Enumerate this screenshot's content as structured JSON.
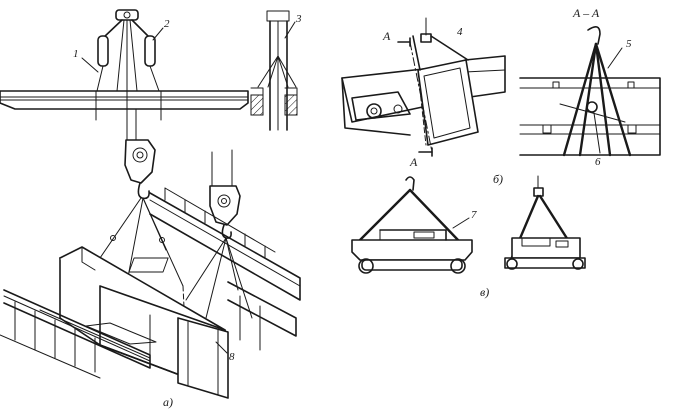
{
  "callouts": {
    "c1": "1",
    "c2": "2",
    "c3": "3",
    "c4": "4",
    "c5": "5",
    "c6": "6",
    "c7": "7",
    "c8": "8"
  },
  "section_marks": {
    "a_top": "A",
    "a_bottom": "A",
    "section_title": "A – A"
  },
  "panel_labels": {
    "a": "а)",
    "b": "б)",
    "v": "в)"
  }
}
